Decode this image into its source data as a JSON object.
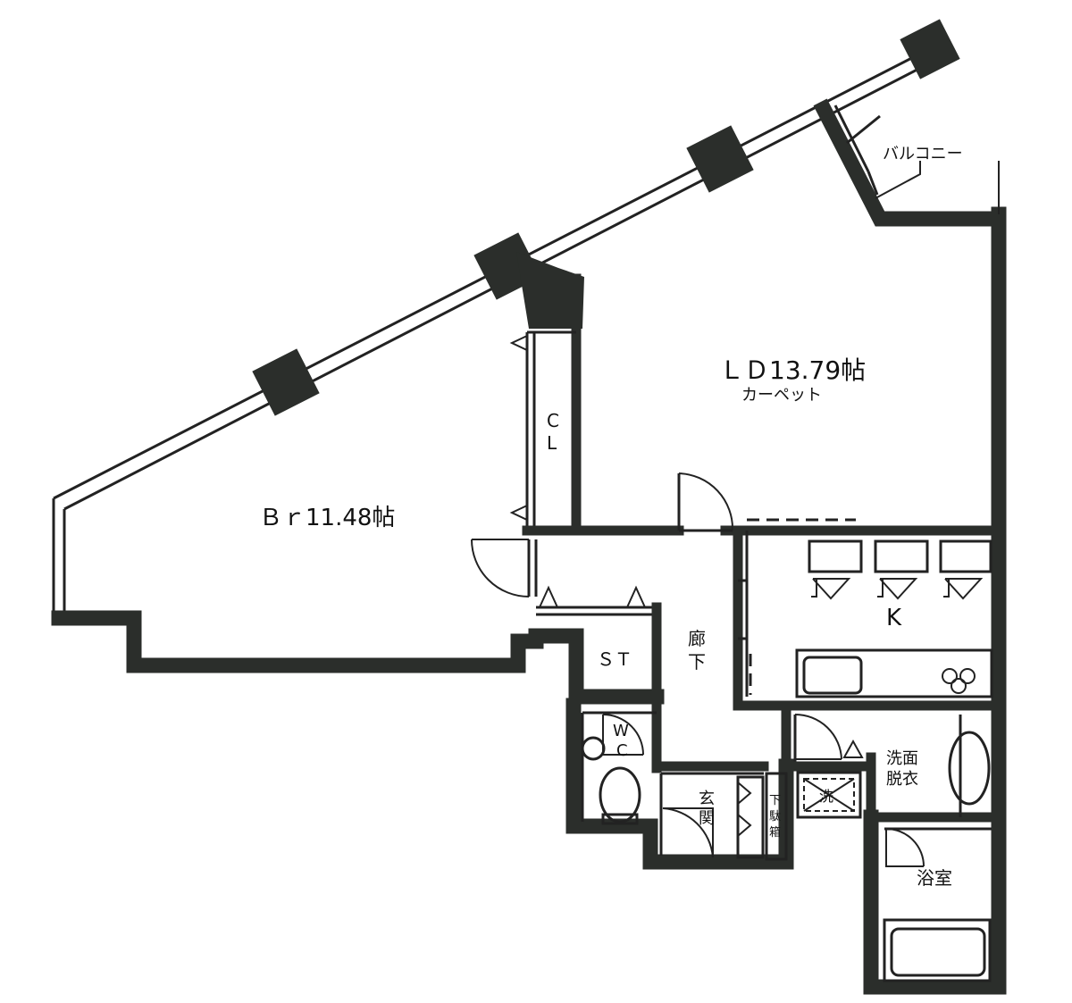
{
  "plan": {
    "rooms": {
      "bedroom": "Ｂｒ11.48帖",
      "living_dining": "ＬＤ13.79帖",
      "living_floor": "カーペット",
      "kitchen": "K",
      "storage": "ＳＴ",
      "closet_c": "C",
      "closet_l": "L",
      "hallway_1": "廊",
      "hallway_2": "下",
      "toilet_1": "W",
      "toilet_2": "C",
      "entrance_1": "玄",
      "entrance_2": "関",
      "shoe_box_1": "下",
      "shoe_box_2": "駄",
      "shoe_box_3": "箱",
      "washroom_1": "洗面",
      "washroom_2": "脱衣",
      "washer": "洗",
      "bathroom": "浴室",
      "balcony": "バルコニー"
    },
    "colors": {
      "wall": "#2b2e2b",
      "line": "#222222",
      "background": "#ffffff"
    }
  }
}
